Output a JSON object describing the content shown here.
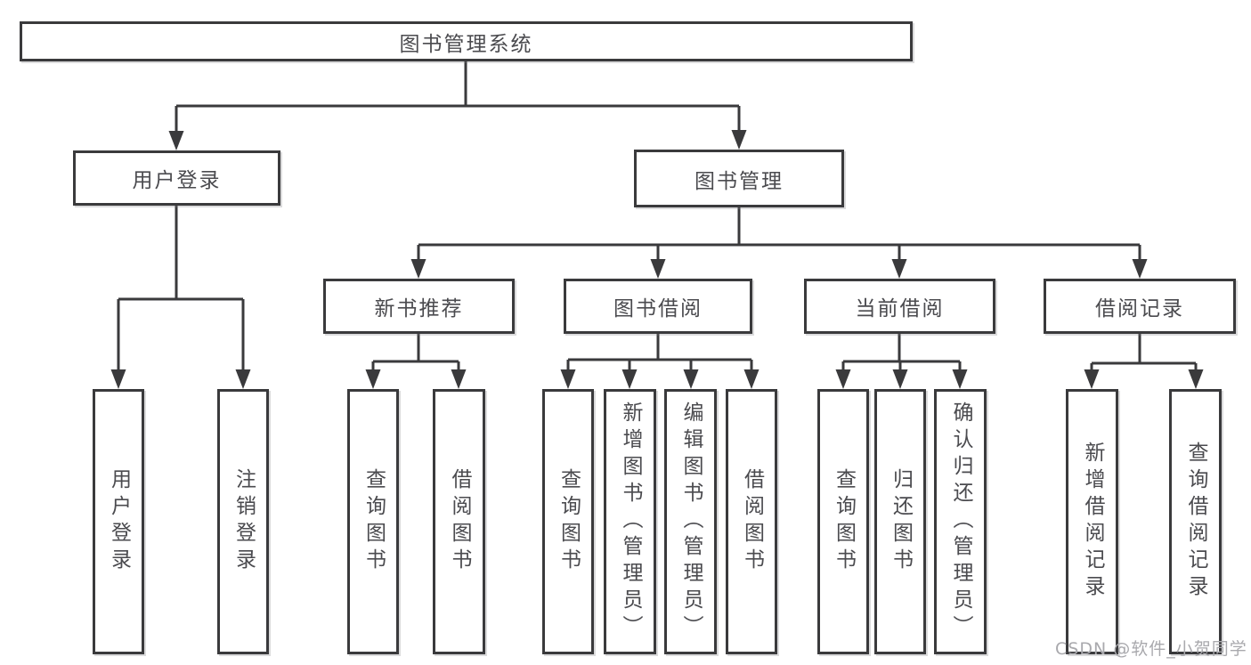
{
  "colors": {
    "line": "#3a3a3c",
    "text": "#4b4b4f",
    "watermark": "#a9a9ad",
    "background": "#ffffff"
  },
  "watermark": "CSDN @软件_小贺同学",
  "diagram": {
    "root": "图书管理系统",
    "branches": [
      {
        "label": "用户登录",
        "children": [
          "用户登录",
          "注销登录"
        ]
      },
      {
        "label": "图书管理",
        "sections": [
          {
            "label": "新书推荐",
            "children": [
              "查询图书",
              "借阅图书"
            ]
          },
          {
            "label": "图书借阅",
            "children": [
              "查询图书",
              "新增图书（管理员）",
              "编辑图书（管理员）",
              "借阅图书"
            ]
          },
          {
            "label": "当前借阅",
            "children": [
              "查询图书",
              "归还图书",
              "确认归还（管理员）"
            ]
          },
          {
            "label": "借阅记录",
            "children": [
              "新增借阅记录",
              "查询借阅记录"
            ]
          }
        ]
      }
    ]
  }
}
